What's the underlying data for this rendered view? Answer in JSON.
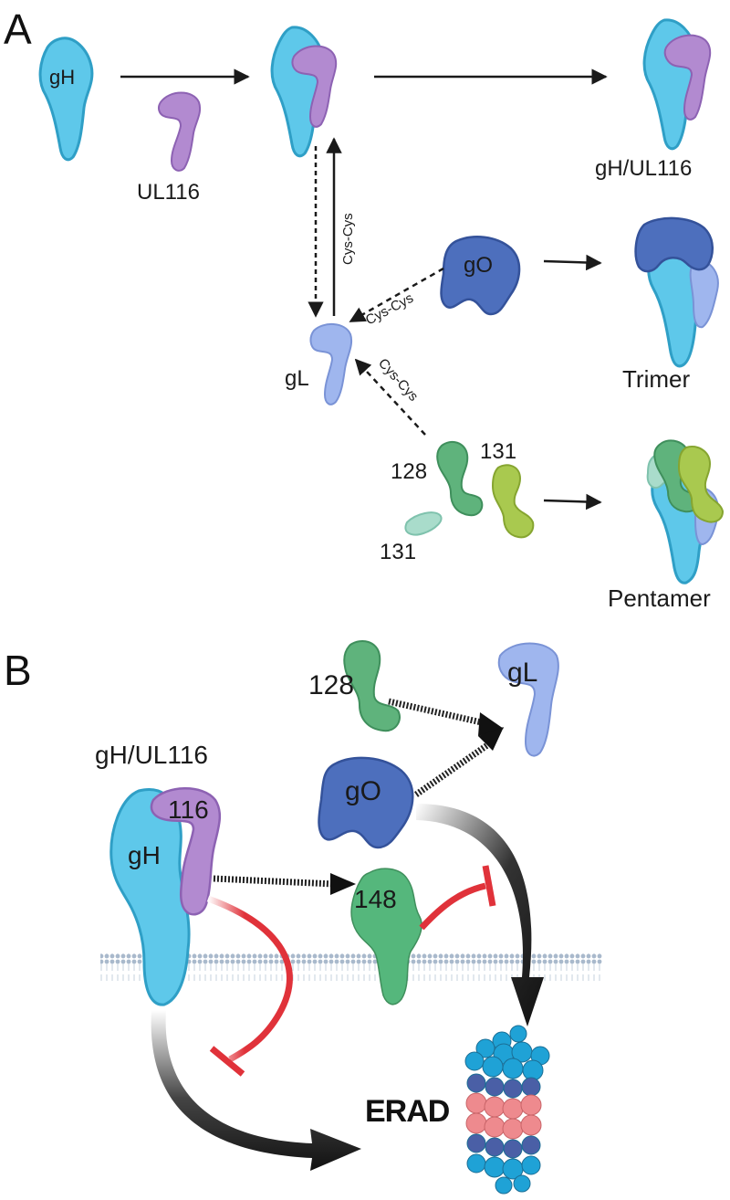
{
  "panels": {
    "a": "A",
    "b": "B"
  },
  "labels": {
    "a_gh": "gH",
    "a_ul116": "UL116",
    "a_gh_ul116": "gH/UL116",
    "a_go": "gO",
    "a_gl": "gL",
    "a_trimer": "Trimer",
    "a_128": "128",
    "a_131_right": "131",
    "a_131_left": "131",
    "a_pentamer": "Pentamer",
    "cys_vertical": "Cys-Cys",
    "cys_go": "Cys-Cys",
    "cys_pent": "Cys-Cys",
    "b_128": "128",
    "b_gl": "gL",
    "b_gh_ul116": "gH/UL116",
    "b_116": "116",
    "b_gh": "gH",
    "b_go": "gO",
    "b_148": "148",
    "b_erad": "ERAD"
  },
  "colors": {
    "gh": "#5ec8ea",
    "gh_stroke": "#2f9fc6",
    "ul116": "#b28ad0",
    "ul116_stroke": "#8d62b3",
    "go": "#4d6fbd",
    "go_stroke": "#34529a",
    "gl": "#9fb6ee",
    "gl_stroke": "#7a93d6",
    "ul128": "#5fb37c",
    "ul128_stroke": "#3f8f5c",
    "ul131": "#a9c94f",
    "ul131_stroke": "#86a530",
    "ul131_pale": "#a9dccb",
    "ul148": "#55b77c",
    "inhibit": "#e0323a",
    "proteasome_blue": "#1fa2d6",
    "proteasome_navy": "#4a5fa6",
    "proteasome_pink": "#ee8a8e",
    "membrane": "#a9b9cc"
  }
}
